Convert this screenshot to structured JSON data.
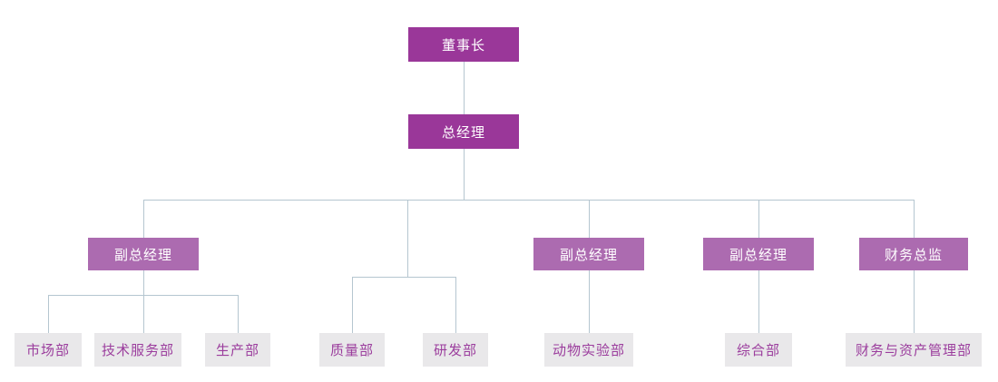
{
  "org": {
    "title": "company-organization-chart",
    "nodes": {
      "chairman": "董事长",
      "general_manager": "总经理",
      "deputy_gm_1": "副总经理",
      "deputy_gm_2": "副总经理",
      "deputy_gm_3": "副总经理",
      "finance_director": "财务总监",
      "marketing_dept": "市场部",
      "tech_service_dept": "技术服务部",
      "production_dept": "生产部",
      "quality_dept": "质量部",
      "rd_dept": "研发部",
      "animal_lab_dept": "动物实验部",
      "general_dept": "综合部",
      "finance_asset_dept": "财务与资产管理部"
    },
    "edges": [
      [
        "chairman",
        "general_manager"
      ],
      [
        "general_manager",
        "deputy_gm_1"
      ],
      [
        "general_manager",
        "quality_dept"
      ],
      [
        "general_manager",
        "rd_dept"
      ],
      [
        "general_manager",
        "deputy_gm_2"
      ],
      [
        "general_manager",
        "deputy_gm_3"
      ],
      [
        "general_manager",
        "finance_director"
      ],
      [
        "deputy_gm_1",
        "marketing_dept"
      ],
      [
        "deputy_gm_1",
        "tech_service_dept"
      ],
      [
        "deputy_gm_1",
        "production_dept"
      ],
      [
        "deputy_gm_2",
        "animal_lab_dept"
      ],
      [
        "deputy_gm_3",
        "general_dept"
      ],
      [
        "finance_director",
        "finance_asset_dept"
      ]
    ],
    "colors": {
      "background": "#ffffff",
      "box_primary": "#9a3799",
      "box_secondary": "#ac6bb0",
      "box_dept_bg": "#e9e8ea",
      "box_dept_text": "#9b3d9d",
      "connector": "#b5c6d0"
    }
  }
}
